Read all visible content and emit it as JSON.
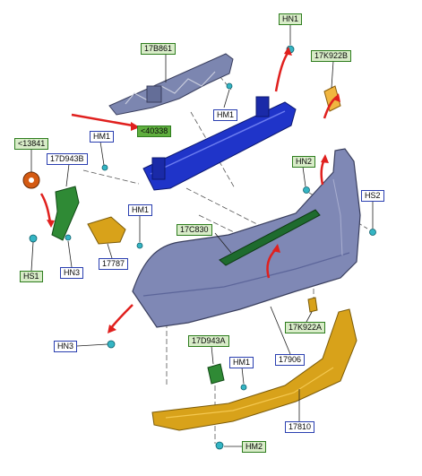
{
  "labels": {
    "hn1_top": "HN1",
    "l17b861": "17B861",
    "l17k922b": "17K922B",
    "hm1_a": "HM1",
    "l40338": "<40338",
    "hm1_b": "HM1",
    "l13841": "<13841",
    "l17d943b": "17D943B",
    "hn2": "HN2",
    "hs2": "HS2",
    "hm1_c": "HM1",
    "l17c830": "17C830",
    "l17787": "17787",
    "hs1": "HS1",
    "hn3_a": "HN3",
    "hn3_b": "HN3",
    "l17k922a": "17K922A",
    "l17d943a": "17D943A",
    "hm1_d": "HM1",
    "l17906": "17906",
    "l17810": "17810",
    "hm2": "HM2"
  },
  "colors": {
    "label_green_fill": "#d8ecc8",
    "label_green_border": "#2e7d1e",
    "label_blue_border": "#2a3fb0",
    "note_fill": "#5fae3e",
    "bumper": "#7f88b5",
    "reinforcement": "#1f34c9",
    "absorber": "#d8a21a",
    "bracket": "#2f8a35",
    "strip": "#1e6b2e",
    "arrow": "#e0201e",
    "fastener": "#35b5c4",
    "washer": "#d45a12"
  }
}
